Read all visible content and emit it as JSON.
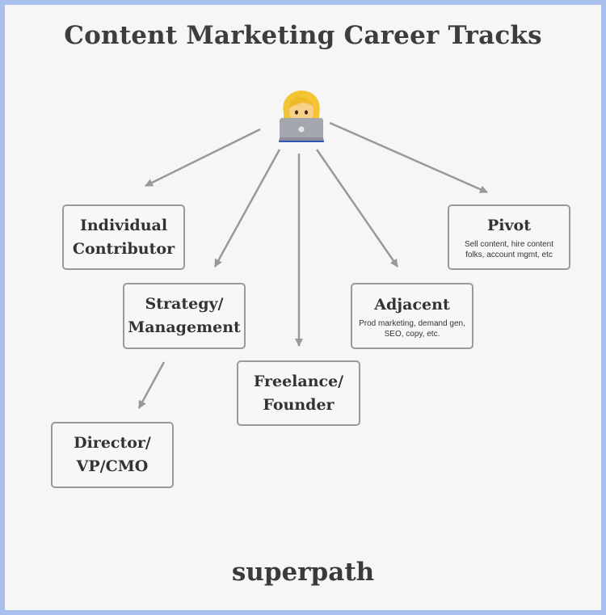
{
  "title": "Content Marketing Career Tracks",
  "logo": "superpath",
  "nodes": {
    "individual_contributor": {
      "label_line1": "Individual",
      "label_line2": "Contributor"
    },
    "strategy_management": {
      "label_line1": "Strategy/",
      "label_line2": "Management"
    },
    "director_vp_cmo": {
      "label_line1": "Director/",
      "label_line2": "VP/CMO"
    },
    "freelance_founder": {
      "label_line1": "Freelance/",
      "label_line2": "Founder"
    },
    "adjacent": {
      "label": "Adjacent",
      "sub_line1": "Prod marketing, demand gen,",
      "sub_line2": "SEO, copy, etc."
    },
    "pivot": {
      "label": "Pivot",
      "sub_line1": "Sell content, hire content",
      "sub_line2": "folks, account mgmt, etc"
    }
  },
  "icons": {
    "root": "woman-with-laptop-icon"
  },
  "colors": {
    "border": "#a9c0ef",
    "background": "#f6f6f6",
    "arrow": "#999999",
    "text": "#333333"
  }
}
